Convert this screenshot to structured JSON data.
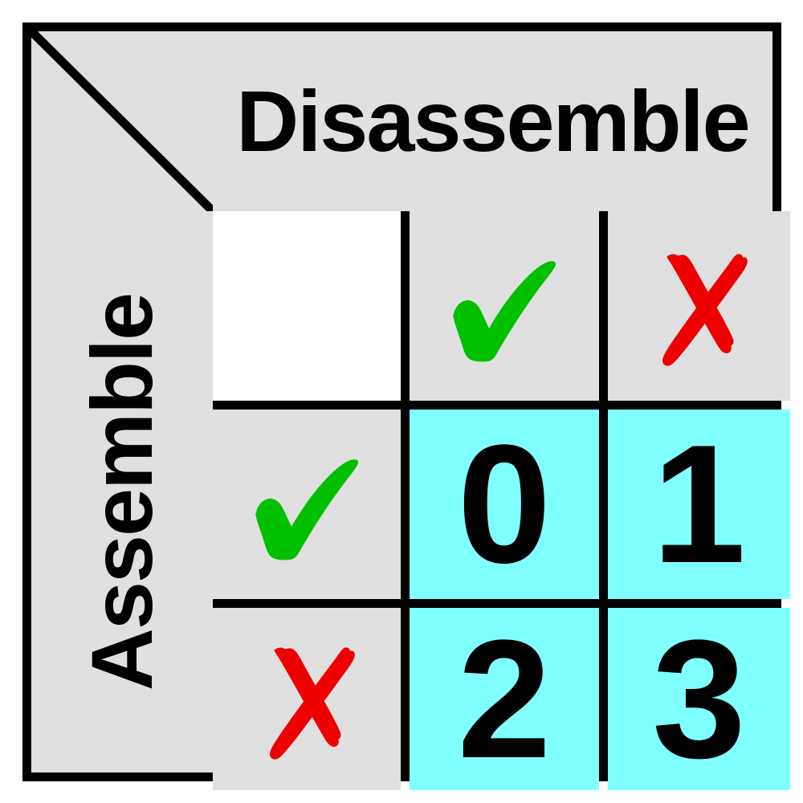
{
  "matrix": {
    "column_axis_label": "Disassemble",
    "row_axis_label": "Assemble",
    "colors": {
      "background": "#FFFFFF",
      "border": "#000000",
      "header_gray": "#E0E0E0",
      "empty_white": "#FFFFFF",
      "value_cyan": "#7FFFFF",
      "check_green": "#00C000",
      "cross_red": "#EE0000",
      "text_black": "#000000"
    },
    "column_headers": [
      {
        "icon": "blank",
        "label": ""
      },
      {
        "icon": "check-mark-icon",
        "label": "✓"
      },
      {
        "icon": "cross-mark-icon",
        "label": "✗"
      }
    ],
    "row_headers": [
      {
        "icon": "blank",
        "label": ""
      },
      {
        "icon": "check-mark-icon",
        "label": "✓"
      },
      {
        "icon": "cross-mark-icon",
        "label": "✗"
      }
    ],
    "cells": [
      [
        {
          "kind": "empty",
          "bg": "white",
          "value": ""
        },
        {
          "kind": "header",
          "bg": "gray",
          "value": "check"
        },
        {
          "kind": "header",
          "bg": "gray",
          "value": "cross"
        }
      ],
      [
        {
          "kind": "header",
          "bg": "gray",
          "value": "check"
        },
        {
          "kind": "value",
          "bg": "cyan",
          "value": "0"
        },
        {
          "kind": "value",
          "bg": "cyan",
          "value": "1"
        }
      ],
      [
        {
          "kind": "header",
          "bg": "gray",
          "value": "cross"
        },
        {
          "kind": "value",
          "bg": "cyan",
          "value": "2"
        },
        {
          "kind": "value",
          "bg": "cyan",
          "value": "3"
        }
      ]
    ]
  },
  "chart_data": {
    "type": "heatmap",
    "title": "",
    "xlabel": "Disassemble",
    "ylabel": "Assemble",
    "x_categories": [
      "✓",
      "✗"
    ],
    "y_categories": [
      "✓",
      "✗"
    ],
    "values": [
      [
        0,
        1
      ],
      [
        2,
        3
      ]
    ],
    "annotations": [
      "0",
      "1",
      "2",
      "3"
    ],
    "grid": true,
    "legend": "none"
  }
}
